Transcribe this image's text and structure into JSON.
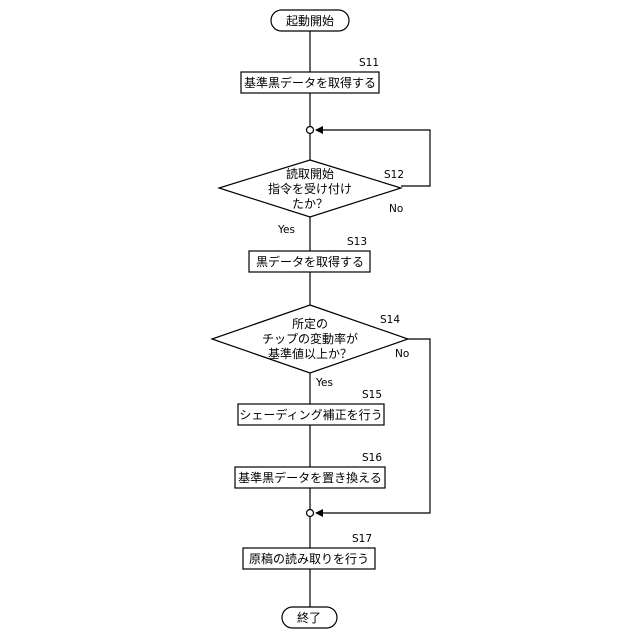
{
  "flowchart": {
    "start": {
      "label": "起動開始"
    },
    "end": {
      "label": "終了"
    },
    "steps": {
      "s11": {
        "id": "S11",
        "label": "基準黒データを取得する"
      },
      "s12": {
        "id": "S12",
        "lines": [
          "読取開始",
          "指令を受け付け",
          "たか？"
        ],
        "yes": "Yes",
        "no": "No"
      },
      "s13": {
        "id": "S13",
        "label": "黒データを取得する"
      },
      "s14": {
        "id": "S14",
        "lines": [
          "所定の",
          "チップの変動率が",
          "基準値以上か？"
        ],
        "yes": "Yes",
        "no": "No"
      },
      "s15": {
        "id": "S15",
        "label": "シェーディング補正を行う"
      },
      "s16": {
        "id": "S16",
        "label": "基準黒データを置き換える"
      },
      "s17": {
        "id": "S17",
        "label": "原稿の読み取りを行う"
      }
    }
  }
}
